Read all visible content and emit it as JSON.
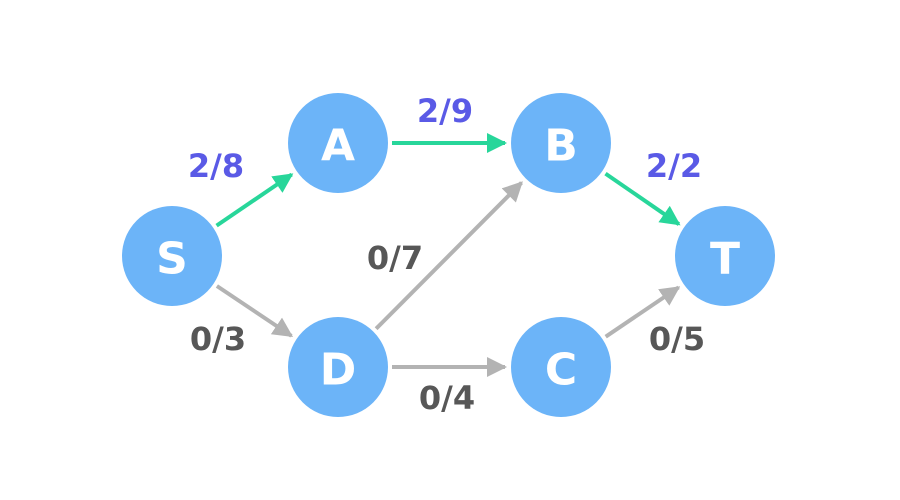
{
  "colors": {
    "node": "#6cb4f8",
    "active_edge": "#28d69a",
    "inactive_edge": "#b3b3b3",
    "active_label": "#5a5ae6",
    "inactive_label": "#575757"
  },
  "nodes": [
    {
      "id": "S",
      "label": "S"
    },
    {
      "id": "A",
      "label": "A"
    },
    {
      "id": "B",
      "label": "B"
    },
    {
      "id": "T",
      "label": "T"
    },
    {
      "id": "D",
      "label": "D"
    },
    {
      "id": "C",
      "label": "C"
    }
  ],
  "edges": [
    {
      "from": "S",
      "to": "A",
      "flow": "2/8",
      "active": true
    },
    {
      "from": "A",
      "to": "B",
      "flow": "2/9",
      "active": true
    },
    {
      "from": "B",
      "to": "T",
      "flow": "2/2",
      "active": true
    },
    {
      "from": "S",
      "to": "D",
      "flow": "0/3",
      "active": false
    },
    {
      "from": "D",
      "to": "B",
      "flow": "0/7",
      "active": false
    },
    {
      "from": "D",
      "to": "C",
      "flow": "0/4",
      "active": false
    },
    {
      "from": "C",
      "to": "T",
      "flow": "0/5",
      "active": false
    }
  ]
}
